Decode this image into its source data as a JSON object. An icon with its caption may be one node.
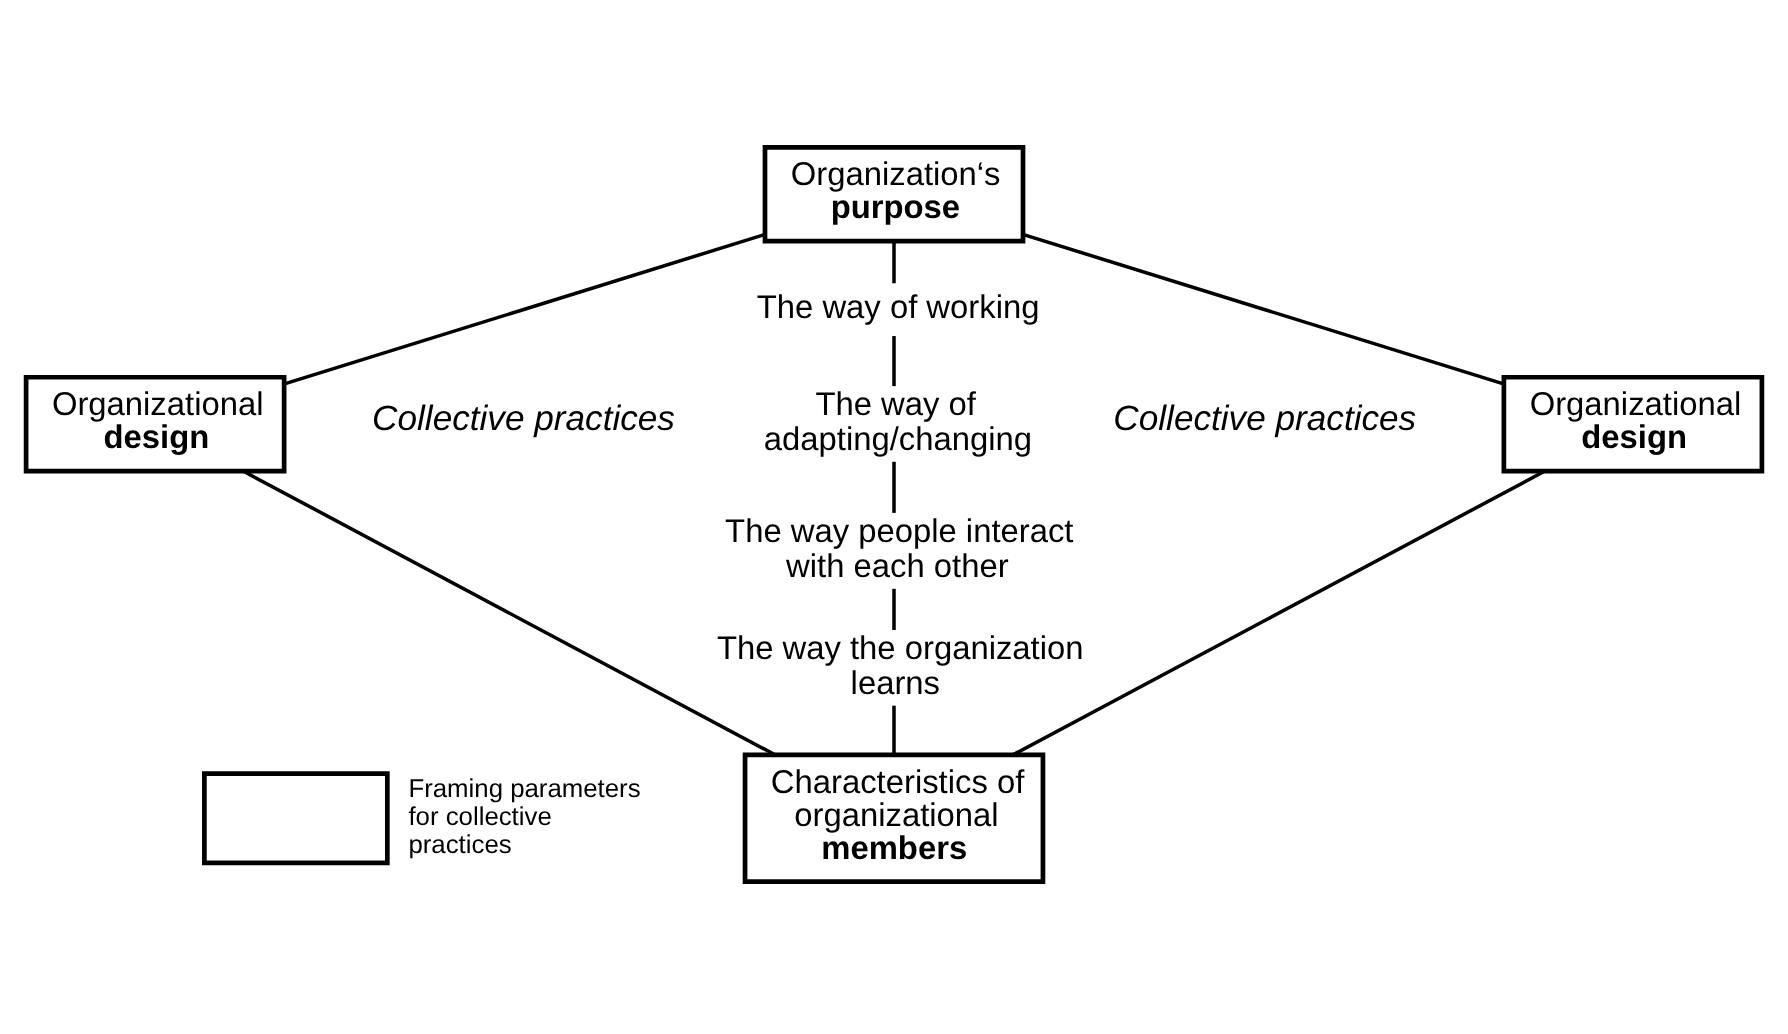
{
  "diagram": {
    "nodes": [
      {
        "text": [
          "Organization‘s **purpose**"
        ]
      },
      {
        "text": [
          "Organizational **design**"
        ]
      },
      {
        "text": [
          "Organizational **design**"
        ]
      },
      {
        "text": [
          "Characteristics of organizational **members**"
        ]
      },
      {
        "text": [
          "The way of working"
        ]
      },
      {
        "text": [
          "The way of adapting/changing"
        ]
      },
      {
        "text": [
          "The way people interact with each other"
        ]
      },
      {
        "text": [
          "The way the organization learns"
        ]
      }
    ],
    "edges": [
      {
        "from": 0,
        "to": 1,
        "arrow": "none"
      },
      {
        "from": 0,
        "to": 2,
        "arrow": "none"
      },
      {
        "from": 0,
        "to": 4,
        "arrow": "none"
      },
      {
        "from": 4,
        "to": 5,
        "arrow": "none"
      },
      {
        "from": 5,
        "to": 6,
        "arrow": "none"
      },
      {
        "from": 6,
        "to": 7,
        "arrow": "none"
      },
      {
        "from": 7,
        "to": 3,
        "arrow": "none"
      },
      {
        "from": 1,
        "to": 3,
        "arrow": "none"
      },
      {
        "from": 2,
        "to": 3,
        "arrow": "none"
      }
    ],
    "labels": [
      "Collective practices",
      "Collective practices"
    ],
    "legend": [
      {
        "text": "Framing parameters for collective practices"
      }
    ]
  }
}
